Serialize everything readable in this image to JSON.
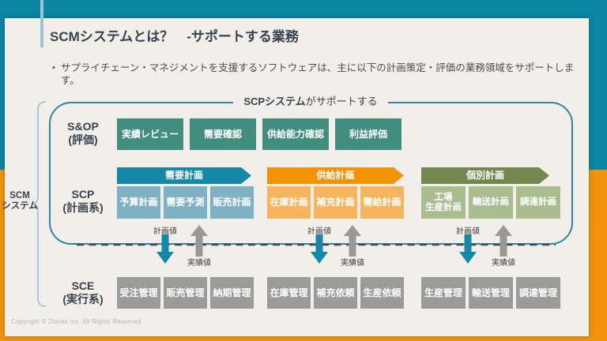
{
  "page": {
    "title": "SCMシステムとは？　-サポートする業務",
    "bullet_marker": "•",
    "bullet": "サプライチェーン・マネジメントを支援するソフトウェアは、主に以下の計画策定・評価の業務領域をサポートします。",
    "copyright": "Copyright © Zionex Inc. All Rights Reserved."
  },
  "diagram": {
    "container_label_bold": "SCPシステム",
    "container_label_rest": "がサポートする",
    "side_label_line1": "SCM",
    "side_label_line2": "システム",
    "rows": {
      "sop": {
        "label_line1": "S&OP",
        "label_line2": "(評価)",
        "boxes": [
          "実績レビュー",
          "需要確認",
          "供給能力確認",
          "利益評価"
        ]
      },
      "scp": {
        "label_line1": "SCP",
        "label_line2": "(計画系)",
        "groups": [
          {
            "banner": "需要計画",
            "boxes": [
              "予算計画",
              "需要予測",
              "販売計画"
            ]
          },
          {
            "banner": "供給計画",
            "boxes": [
              "在庫計画",
              "補充計画",
              "需給計画"
            ]
          },
          {
            "banner": "個別計画",
            "boxes": [
              "工場\n生産計画",
              "輸送計画",
              "調達計画"
            ]
          }
        ]
      },
      "sce": {
        "label_line1": "SCE",
        "label_line2": "(実行系)",
        "groups": [
          [
            "受注管理",
            "販売管理",
            "納期管理"
          ],
          [
            "在庫管理",
            "補充依頼",
            "生産依頼"
          ],
          [
            "生産管理",
            "輸送管理",
            "調達管理"
          ]
        ]
      }
    },
    "flow": {
      "down_label": "計画値",
      "up_label": "実績値"
    }
  },
  "colors": {
    "background_teal": "#0a86a0",
    "background_orange": "#f0930b",
    "panel_cream": "#f2eee9",
    "heading_text": "#39424f",
    "container_border": "#2b86ad",
    "sop_box": "#418e7e",
    "demand_banner": "#1588a8",
    "demand_box": "#7fb1c5",
    "supply_banner": "#f19303",
    "supply_box": "#f6b55c",
    "individual_banner": "#73884e",
    "individual_box": "#a9bd8e",
    "sce_box": "#9b9b99",
    "down_arrow": "#1588a8",
    "up_arrow": "#989896",
    "brace": "#a6cbdc",
    "dashed_line": "#4a4a4a"
  }
}
